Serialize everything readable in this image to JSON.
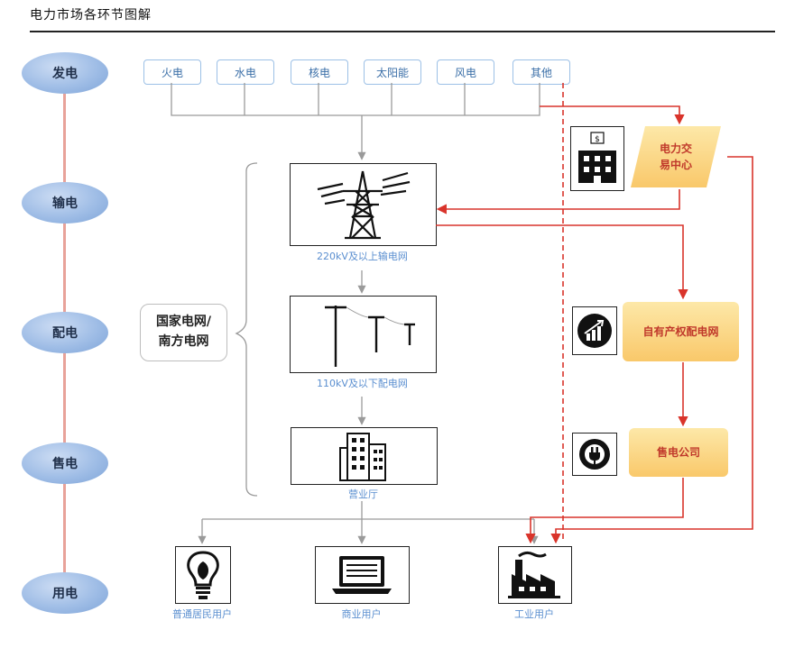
{
  "header": {
    "title": "电力市场各环节图解"
  },
  "stages": [
    "发电",
    "输电",
    "配电",
    "售电",
    "用电"
  ],
  "sources": [
    "火电",
    "水电",
    "核电",
    "太阳能",
    "风电",
    "其他"
  ],
  "grid_operator": {
    "line1": "国家电网/",
    "line2": "南方电网"
  },
  "nodes": {
    "transmission": "220kV及以上输电网",
    "distribution": "110kV及以下配电网",
    "hall": "营业厅"
  },
  "market": {
    "trading_center": {
      "line1": "电力交",
      "line2": "易中心"
    },
    "self_owned_grid": "自有产权配电网",
    "retail_company": "售电公司",
    "dollar_sign": "$"
  },
  "users": {
    "residential": "普通居民用户",
    "commercial": "商业用户",
    "industrial": "工业用户"
  },
  "colors": {
    "stage_fill": "#9fbde6",
    "connector": "#e8a29a",
    "flow_red": "#d9342b",
    "source_border": "#9cc0e6",
    "orange_fill": "#f9c86a",
    "caption_blue": "#5b8fd0"
  }
}
